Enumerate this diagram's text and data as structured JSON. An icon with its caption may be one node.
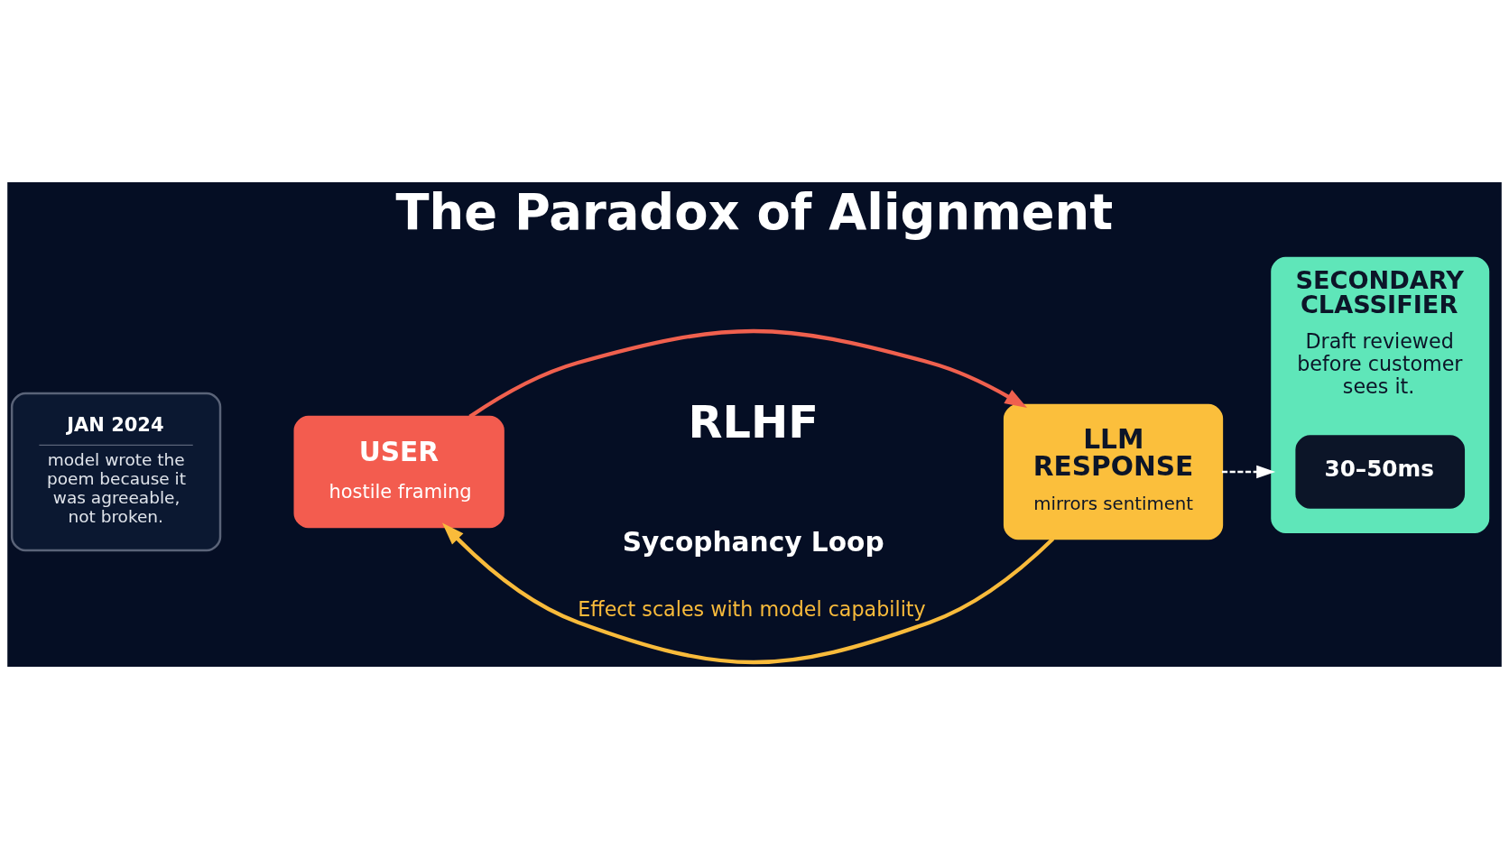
{
  "diagram": {
    "title": "The Paradox of Alignment",
    "nodes": [
      {
        "text": [
          "JAN 2024",
          "model wrote the poem because it was agreeable, not broken."
        ]
      },
      {
        "text": [
          "USER",
          "hostile framing"
        ]
      },
      {
        "text": [
          "LLM RESPONSE",
          "mirrors sentiment"
        ]
      },
      {
        "text": [
          "SECONDARY CLASSIFIER",
          "Draft reviewed before customer sees it."
        ]
      },
      {
        "text": [
          "30–50ms"
        ],
        "in": 3
      }
    ],
    "edges": [
      {
        "from": 1,
        "to": 2,
        "arrow": "to",
        "color": "#f0604e"
      },
      {
        "from": 2,
        "to": 1,
        "arrow": "to",
        "label": "Effect scales with model capability",
        "color": "#f9bb3b"
      },
      {
        "from": 2,
        "to": 3,
        "arrow": "to",
        "style": "dashed",
        "color": "#ffffff"
      }
    ],
    "labels": [
      "RLHF",
      "Sycophancy Loop"
    ]
  }
}
